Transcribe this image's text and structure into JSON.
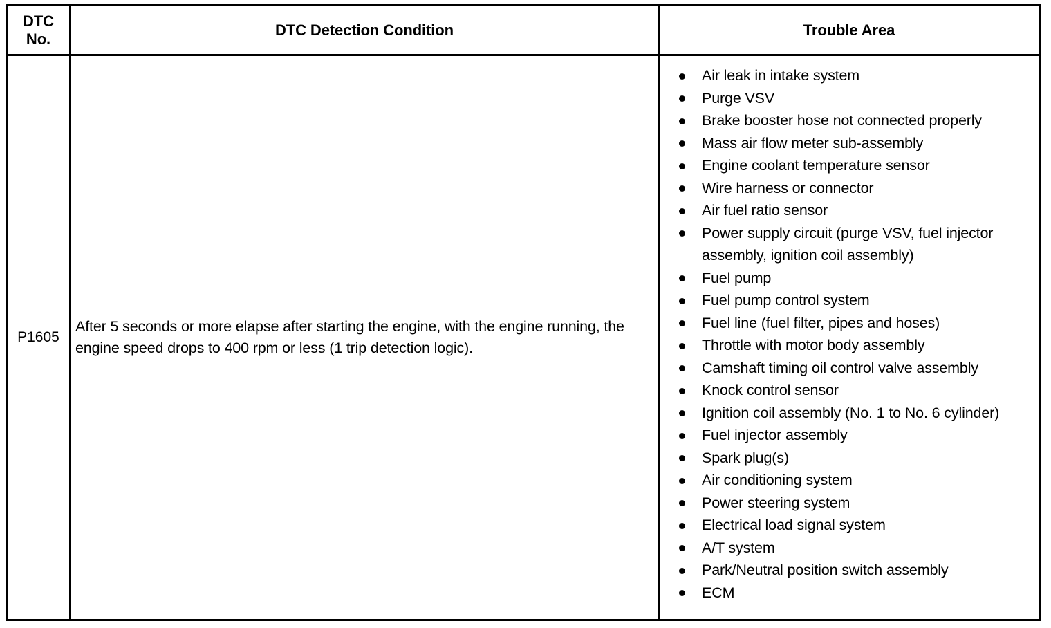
{
  "table": {
    "headers": {
      "dtc_no_line1": "DTC",
      "dtc_no_line2": "No.",
      "detection_condition": "DTC Detection Condition",
      "trouble_area": "Trouble Area"
    },
    "rows": [
      {
        "dtc_no": "P1605",
        "detection_condition": "After 5 seconds or more elapse after starting the engine, with the engine running, the engine speed drops to 400 rpm or less (1 trip detection logic).",
        "trouble_area": [
          "Air leak in intake system",
          "Purge VSV",
          "Brake booster hose not connected properly",
          "Mass air flow meter sub-assembly",
          "Engine coolant temperature sensor",
          "Wire harness or connector",
          "Air fuel ratio sensor",
          "Power supply circuit (purge VSV, fuel injector assembly, ignition coil assembly)",
          "Fuel pump",
          "Fuel pump control system",
          "Fuel line (fuel filter, pipes and hoses)",
          "Throttle with motor body assembly",
          "Camshaft timing oil control valve assembly",
          "Knock control sensor",
          "Ignition coil assembly (No. 1 to No. 6 cylinder)",
          "Fuel injector assembly",
          "Spark plug(s)",
          "Air conditioning system",
          "Power steering system",
          "Electrical load signal system",
          "A/T system",
          "Park/Neutral position switch assembly",
          "ECM"
        ]
      }
    ]
  },
  "colors": {
    "border": "#000000",
    "text": "#000000",
    "background": "#ffffff"
  }
}
